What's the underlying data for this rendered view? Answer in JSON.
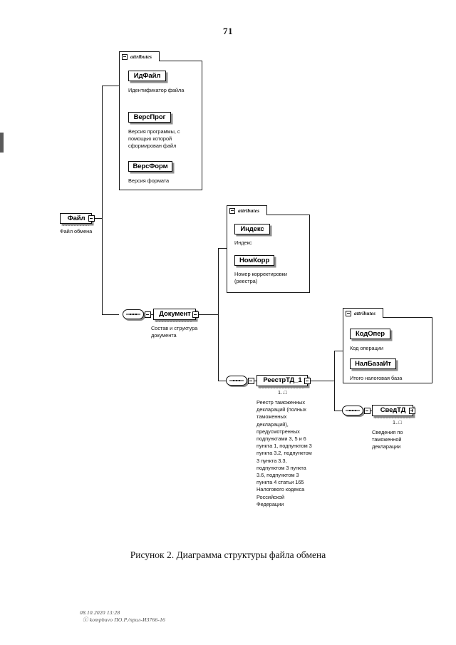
{
  "page": {
    "number": "71",
    "caption": "Рисунок 2. Диаграмма структуры файла обмена",
    "footer_line1": "08.10.2020 13:28",
    "footer_line2": "ⓒ kompbuvo ПО.Р./прил-ИЗ766-16"
  },
  "diagram": {
    "title": "Диаграмма структуры файла обмена",
    "type": "xsd-schema-tree",
    "nodes": [
      {
        "id": "fayl",
        "label": "Файл",
        "description": "Файл обмена",
        "cardinality": "",
        "expander": "minus"
      },
      {
        "id": "dokument",
        "label": "Документ",
        "description": "Состав и структура документа",
        "cardinality": "",
        "expander": "minus"
      },
      {
        "id": "reestrtd1",
        "label": "РеестрТД_1",
        "description": "Реестр таможенных деклараций (полных таможенных деклараций), предусмотренных подпунктами 3, 5 и 6 пункта 1, подпунктом 3 пункта 3.2, подпунктом 3 пункта 3.3, подпунктом 3 пункта 3.6, подпунктом 3 пункта 4 статьи 165 Налогового кодекса Российской Федерации",
        "cardinality": "1..□",
        "expander": "minus"
      },
      {
        "id": "svedtd",
        "label": "СведТД",
        "description": "Сведения по таможенной декларации",
        "cardinality": "1..□",
        "expander": "plus"
      }
    ],
    "attribute_groups": [
      {
        "id": "attrs-fayl",
        "tab_label": "attributes",
        "attributes": [
          {
            "name": "ИдФайл",
            "description": "Идентификатор файла"
          },
          {
            "name": "ВерсПрог",
            "description": "Версия программы, с помощью которой сформирован файл"
          },
          {
            "name": "ВерсФорм",
            "description": "Версия формата"
          }
        ]
      },
      {
        "id": "attrs-dokument",
        "tab_label": "attributes",
        "attributes": [
          {
            "name": "Индекс",
            "description": "Индекс"
          },
          {
            "name": "НомКорр",
            "description": "Номер корректировки (реестра)"
          }
        ]
      },
      {
        "id": "attrs-reestrtd1",
        "tab_label": "attributes",
        "attributes": [
          {
            "name": "КодОпер",
            "description": "Код операции"
          },
          {
            "name": "НалБазаИт",
            "description": "Итого налоговая база"
          }
        ]
      }
    ],
    "compositors": [
      {
        "id": "seq-dokument",
        "type": "sequence"
      },
      {
        "id": "seq-reestrtd1",
        "type": "sequence"
      },
      {
        "id": "seq-svedtd",
        "type": "sequence"
      }
    ]
  }
}
